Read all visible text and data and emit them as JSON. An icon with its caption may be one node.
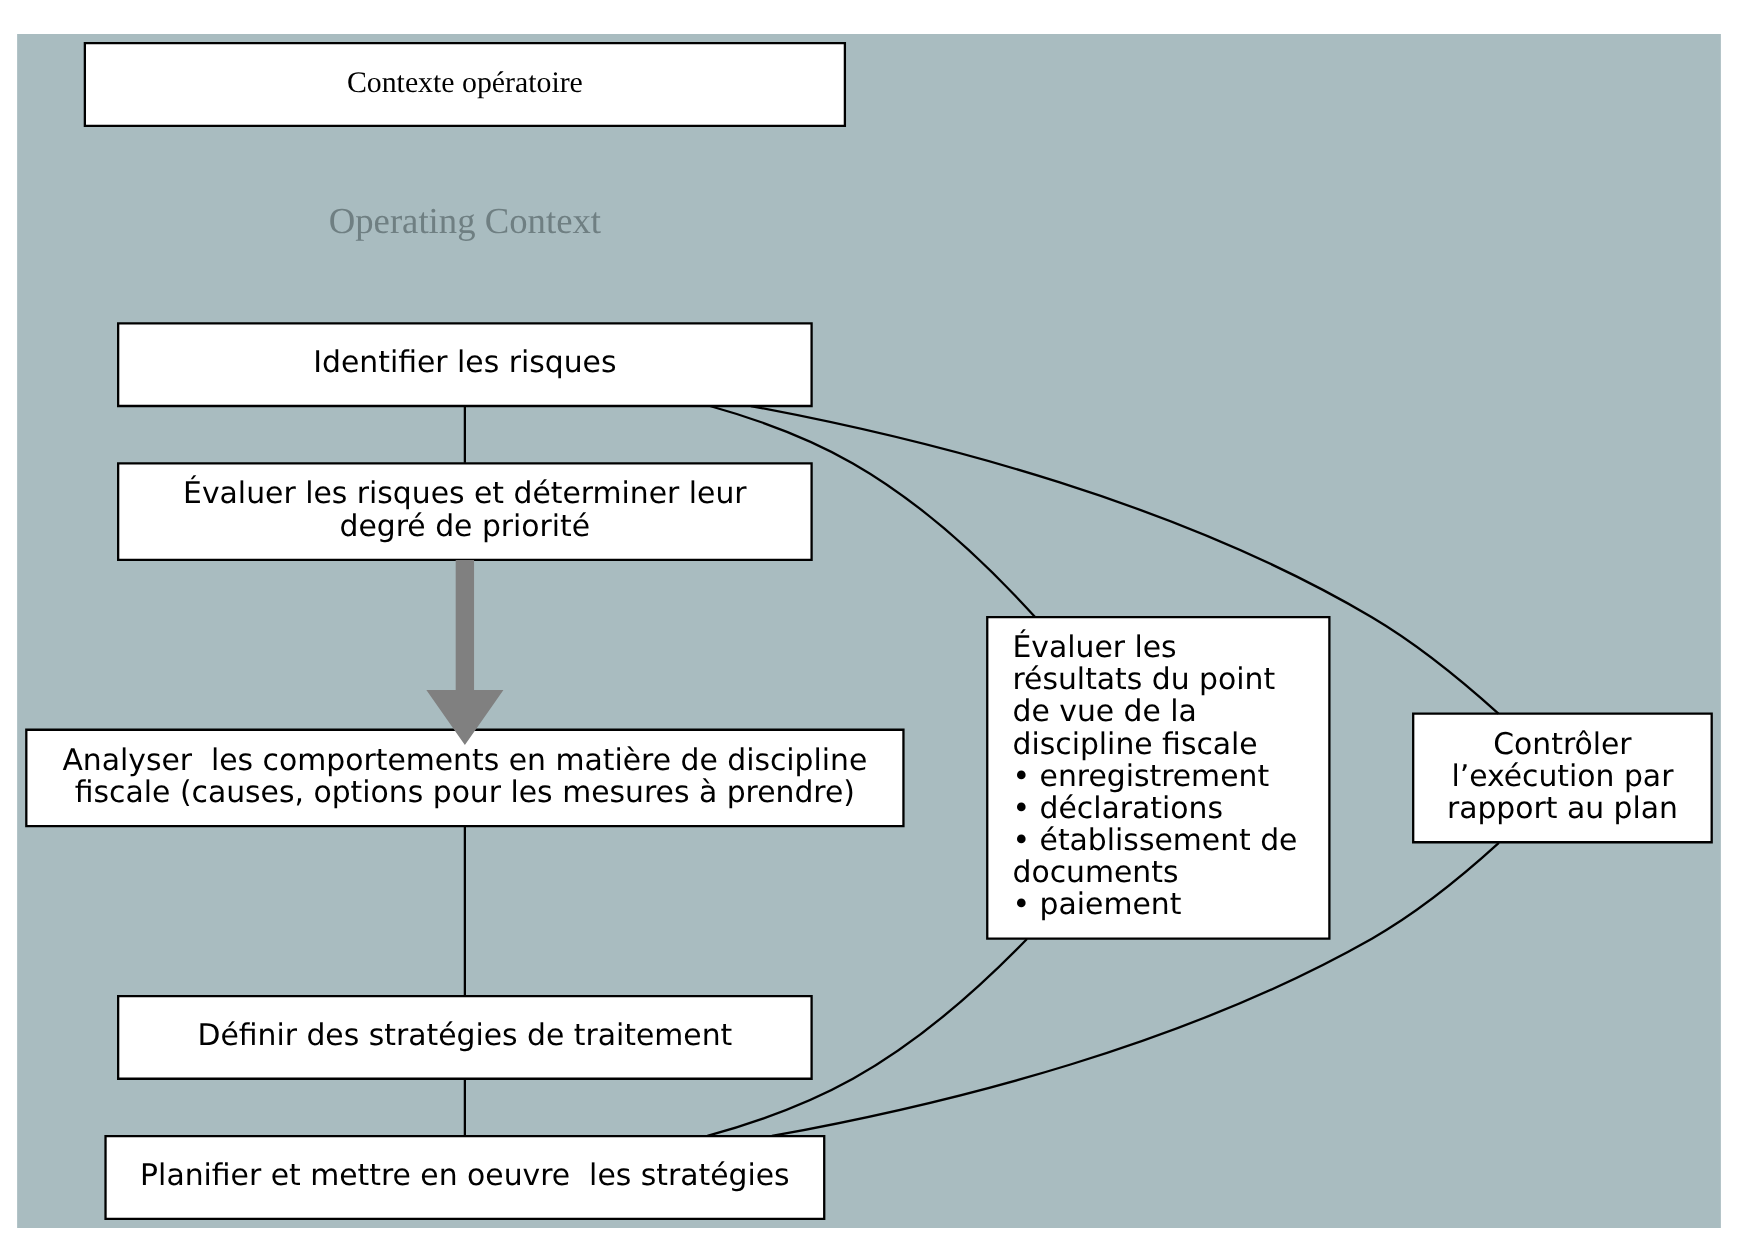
{
  "diagram": {
    "nodes": [
      {
        "text": [
          "Contexte opératoire"
        ]
      },
      {
        "text": [
          "Identifier les risques"
        ]
      },
      {
        "text": [
          "Évaluer les risques et déterminer leur degré de priorité"
        ]
      },
      {
        "text": [
          "Analyser  les comportements en matière de discipline fiscale (causes, options pour les mesures à prendre)"
        ]
      },
      {
        "text": [
          "Définir des stratégies de traitement"
        ]
      },
      {
        "text": [
          "Planifier et mettre en oeuvre  les stratégies"
        ]
      },
      {
        "text": [
          "Contrôler l’exécution par rapport au plan"
        ]
      },
      {
        "text": [
          "Évaluer les résultats du point de vue de la discipline fiscale",
          "• enregistrement",
          "• déclarations",
          "• établissement de documents",
          "• paiement"
        ]
      }
    ],
    "edges": [
      {
        "from": 1,
        "to": 2,
        "arrow": "none"
      },
      {
        "from": 2,
        "to": 3,
        "arrow": "to",
        "style": "thick",
        "color": "#808080"
      },
      {
        "from": 3,
        "to": 4,
        "arrow": "none"
      },
      {
        "from": 4,
        "to": 5,
        "arrow": "none"
      },
      {
        "from": 5,
        "to": 6,
        "arrow": "none"
      },
      {
        "from": 6,
        "to": 1,
        "arrow": "none"
      },
      {
        "from": 1,
        "to": 7,
        "arrow": "none"
      },
      {
        "from": 7,
        "to": 5,
        "arrow": "none"
      }
    ],
    "labels": [
      "Operating Context"
    ]
  }
}
